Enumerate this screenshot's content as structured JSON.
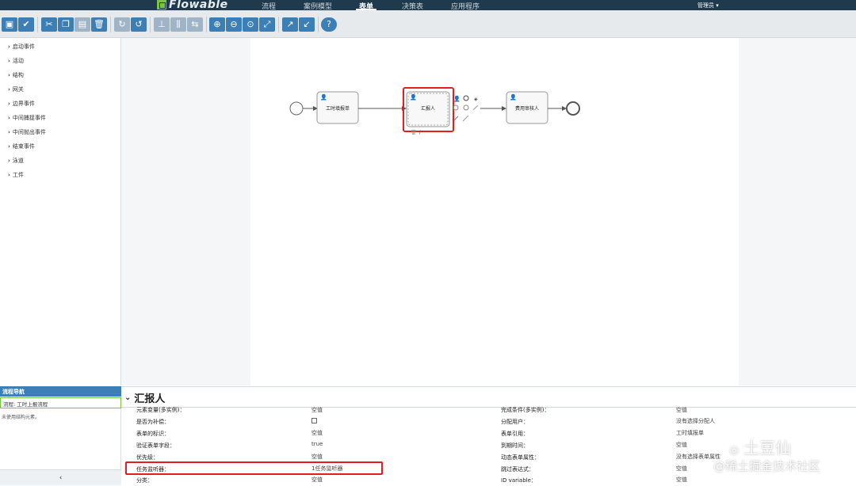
{
  "app": {
    "brand": "Flowable",
    "nav": [
      "流程",
      "案例模型",
      "表单",
      "决策表",
      "应用程序"
    ],
    "active_nav": "表单",
    "user": "管理员 ▾"
  },
  "toolbar": {
    "buttons": [
      "save-icon",
      "validate-icon",
      "cut-icon",
      "copy-icon",
      "paste-icon",
      "delete-icon",
      "redo-icon",
      "undo-icon",
      "align-icon",
      "vertical-icon",
      "horizontal-icon",
      "zoom-in-icon",
      "zoom-out-icon",
      "zoom-actual-icon",
      "zoom-fit-icon",
      "bend-add-icon",
      "bend-remove-icon",
      "help-icon"
    ]
  },
  "palette": {
    "items": [
      "启动事件",
      "活动",
      "结构",
      "网关",
      "边界事件",
      "中间捕捉事件",
      "中间抛出事件",
      "结束事件",
      "泳道",
      "工件"
    ]
  },
  "diagram": {
    "tasks": [
      "工时填报单",
      "汇报人",
      "费用审核人"
    ]
  },
  "navigator": {
    "title": "流程导航",
    "process": "流程: 工时上报流程",
    "empty": "未使用结构元素。",
    "collapse": "‹"
  },
  "properties": {
    "title": "汇报人",
    "left": [
      {
        "label": "元素变量(多实例)：",
        "value": "空值"
      },
      {
        "label": "是否为补偿：",
        "value": ""
      },
      {
        "label": "表单的标识：",
        "value": "空值"
      },
      {
        "label": "验证表单字段：",
        "value": "true"
      },
      {
        "label": "优先级：",
        "value": "空值"
      },
      {
        "label": "任务监听器：",
        "value": "1任务监听器"
      },
      {
        "label": "分类：",
        "value": "空值"
      }
    ],
    "right": [
      {
        "label": "完成条件(多实例)：",
        "value": "空值"
      },
      {
        "label": "分配用户：",
        "value": "没有选择分配人"
      },
      {
        "label": "表单引用：",
        "value": "工时填报单"
      },
      {
        "label": "到期时间：",
        "value": "空值"
      },
      {
        "label": "动态表单属性：",
        "value": "没有选择表单属性"
      },
      {
        "label": "跳过表达式：",
        "value": "空值"
      },
      {
        "label": "ID variable：",
        "value": "空值"
      }
    ]
  },
  "watermark": {
    "line1": "土豆仙",
    "line2": "@稀土掘金技术社区"
  },
  "colors": {
    "nav_bg": "#1f3a4d",
    "accent": "#3b7fb6",
    "highlight": "#e02020",
    "task_fill": "#f8f8f8"
  }
}
